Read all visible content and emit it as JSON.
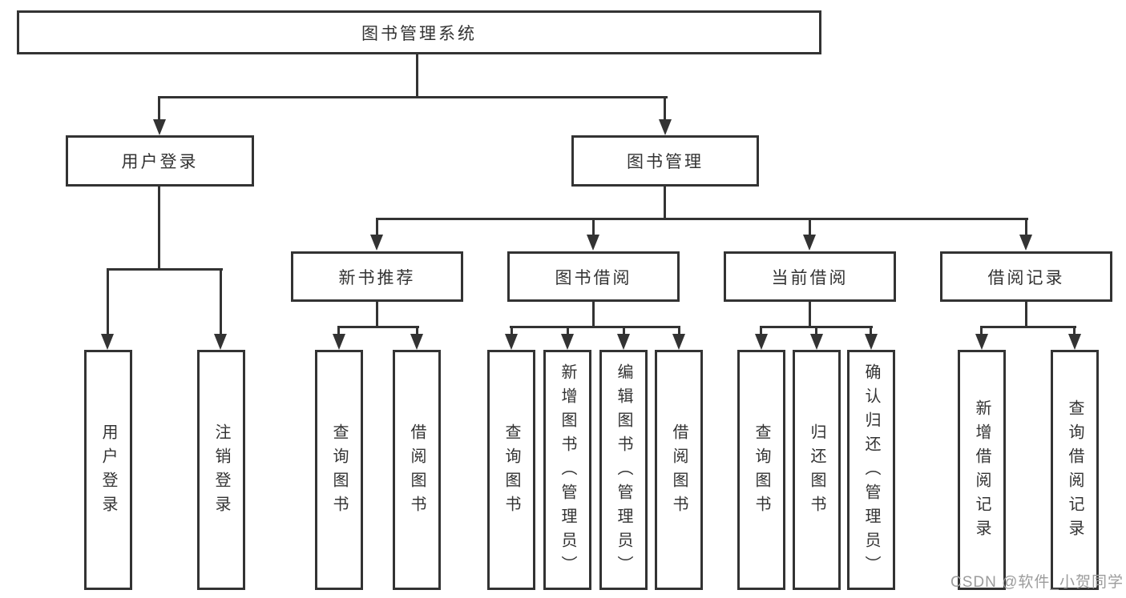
{
  "nodes": {
    "root": "图书管理系统",
    "user_login": "用户登录",
    "book_mgmt": "图书管理",
    "new_book_rec": "新书推荐",
    "book_borrow": "图书借阅",
    "current_borrow": "当前借阅",
    "borrow_records": "借阅记录",
    "leaf_user_login": "用户登录",
    "leaf_logout": "注销登录",
    "leaf_rec_query_books": "查询图书",
    "leaf_rec_borrow_books": "借阅图书",
    "leaf_bb_query_books": "查询图书",
    "leaf_bb_add_books": "新增图书（管理员）",
    "leaf_bb_edit_books": "编辑图书（管理员）",
    "leaf_bb_borrow_books": "借阅图书",
    "leaf_cb_query_books": "查询图书",
    "leaf_cb_return_books": "归还图书",
    "leaf_cb_confirm_return": "确认归还（管理员）",
    "leaf_br_add_record": "新增借阅记录",
    "leaf_br_query_record": "查询借阅记录"
  },
  "watermark": "CSDN @软件_小贺同学",
  "colors": {
    "line": "#333333",
    "box_border": "#333333",
    "text": "#333333",
    "watermark": "#9c9c9c",
    "background": "#ffffff"
  }
}
